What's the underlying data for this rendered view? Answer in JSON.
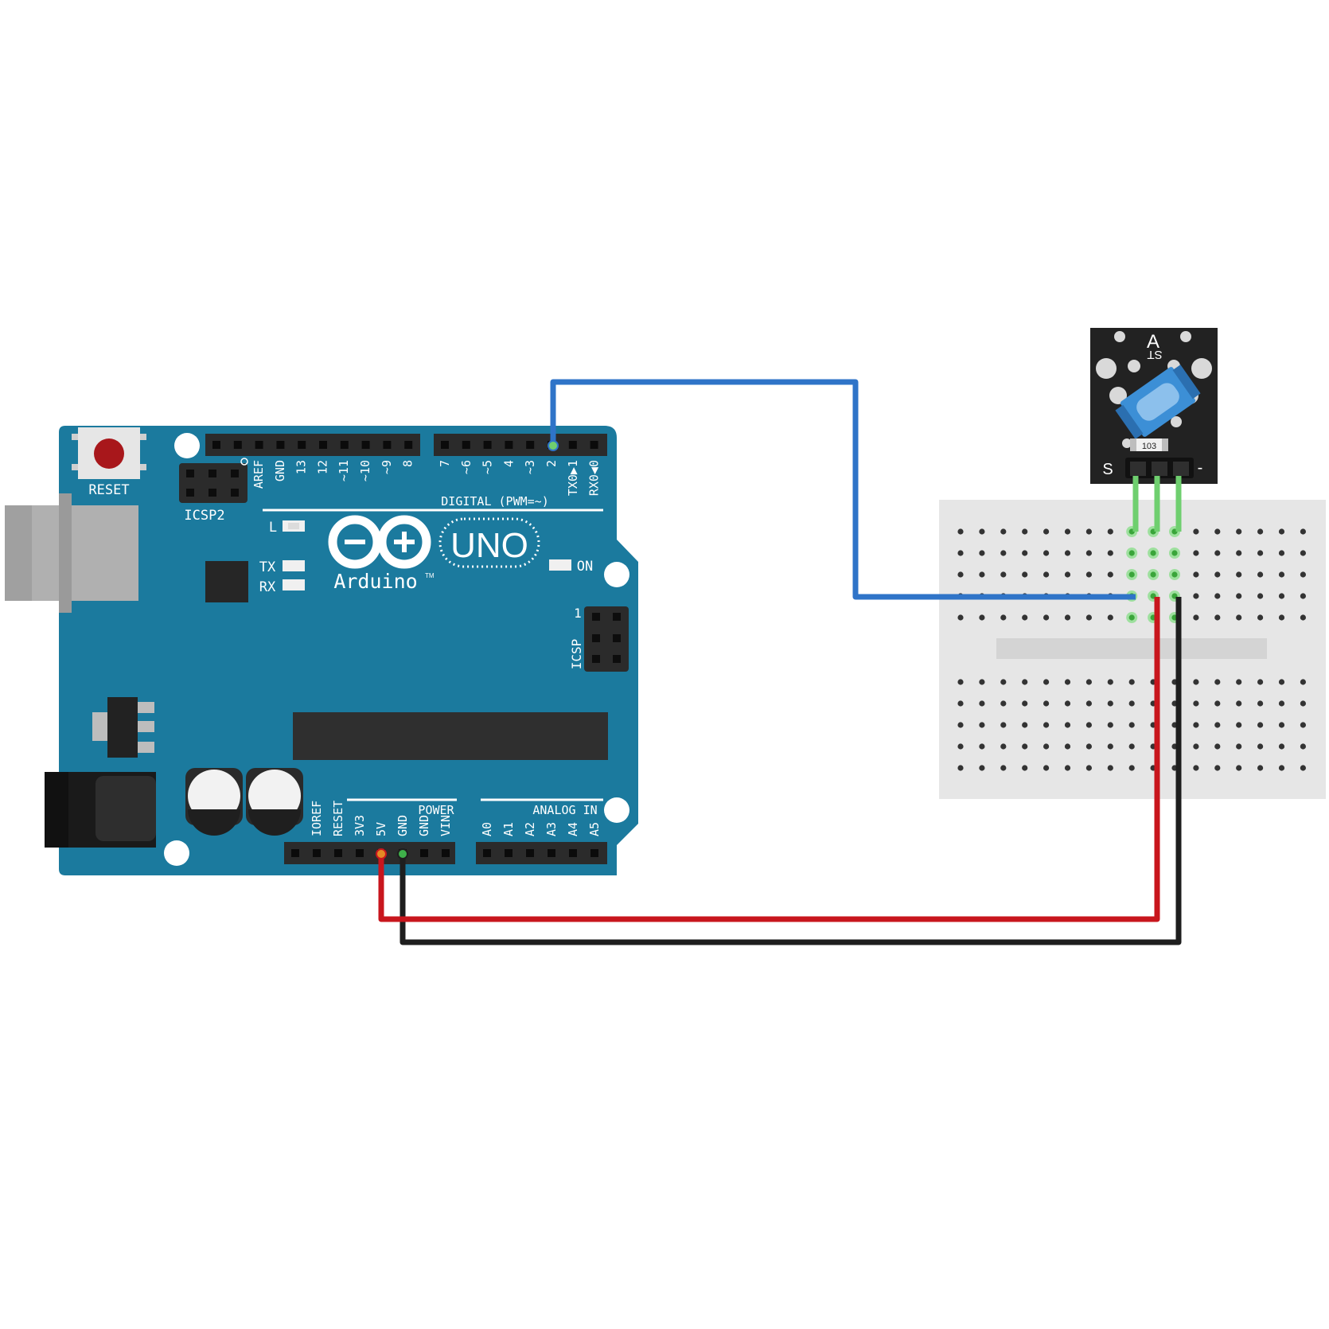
{
  "arduino": {
    "reset_label": "RESET",
    "icsp2_label": "ICSP2",
    "icsp_label": "ICSP",
    "icsp_pin1": "1",
    "led_l": "L",
    "led_tx": "TX",
    "led_rx": "RX",
    "led_on": "ON",
    "logo_text": "Arduino",
    "logo_tm": "TM",
    "uno_text": "UNO",
    "digital_label": "DIGITAL (PWM=~)",
    "power_label": "POWER",
    "analog_label": "ANALOG IN",
    "digital_pins_left": [
      "AREF",
      "GND",
      "13",
      "12",
      "~11",
      "~10",
      "~9",
      "8"
    ],
    "digital_pins_right": [
      "7",
      "~6",
      "~5",
      "4",
      "~3",
      "2",
      "TX0▶1",
      "RX0◀0"
    ],
    "power_pins": [
      "IOREF",
      "RESET",
      "3V3",
      "5V",
      "GND",
      "GND",
      "VIN"
    ],
    "analog_pins": [
      "A0",
      "A1",
      "A2",
      "A3",
      "A4",
      "A5"
    ]
  },
  "sensor": {
    "top_label": "A",
    "sub_label": "ST",
    "resistor_label": "103",
    "pin_s_label": "S",
    "pin_minus_label": "-"
  },
  "wires": [
    {
      "name": "signal-wire",
      "from": "2",
      "to": "S",
      "color": "#2f74c8"
    },
    {
      "name": "power-wire",
      "from": "5V",
      "to": "middle",
      "color": "#c8161d"
    },
    {
      "name": "ground-wire",
      "from": "GND",
      "to": "-",
      "color": "#1e1e1e"
    }
  ],
  "colors": {
    "board": "#1b7a9e",
    "board_text": "#ffffff",
    "header": "#2b2b2b",
    "breadboard": "#e6e6e6",
    "module": "#222222",
    "tilt_switch": "#3c8fd6",
    "pin_highlight": "#6fcf6f"
  }
}
